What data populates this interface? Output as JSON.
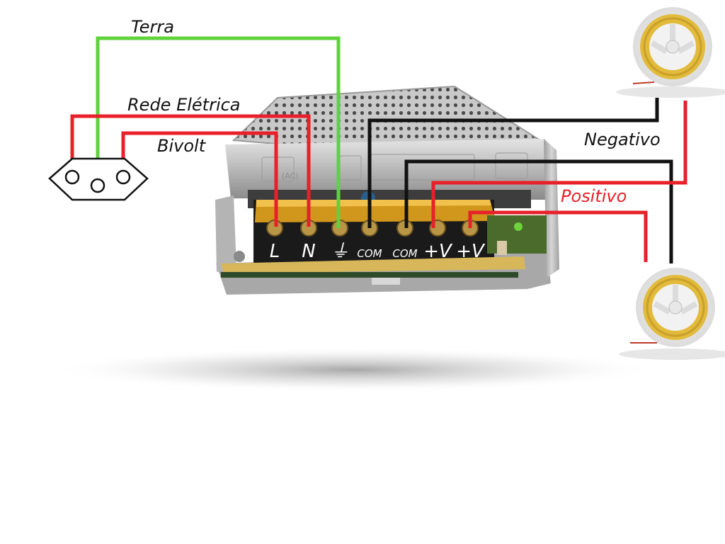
{
  "labels": {
    "terra": "Terra",
    "rede_eletrica": "Rede Elétrica",
    "bivolt": "Bivolt",
    "negativo": "Negativo",
    "positivo": "Positivo"
  },
  "terminals": [
    "L",
    "N",
    "⏚",
    "COM",
    "COM",
    "+V",
    "+V"
  ],
  "colors": {
    "earth_wire": "#5fd23c",
    "live_wire": "#e8202a",
    "neutral_wire": "#111111",
    "positivo_text": "#e8202a",
    "label_text": "#111111"
  },
  "icons": {
    "outlet": "power-outlet-icon",
    "led_strip_top": "led-strip-reel-icon",
    "led_strip_bottom": "led-strip-reel-icon",
    "power_supply": "power-supply-unit-icon"
  }
}
